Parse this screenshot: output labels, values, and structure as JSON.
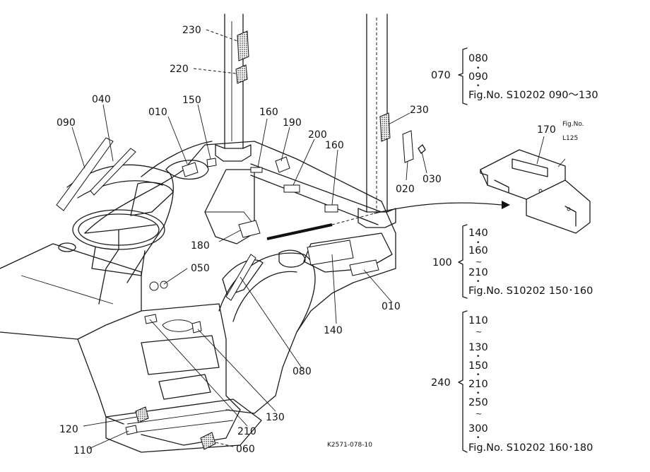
{
  "callouts": {
    "c230a": "230",
    "c220": "220",
    "c040": "040",
    "c090": "090",
    "c010a": "010",
    "c150": "150",
    "c160a": "160",
    "c190": "190",
    "c200": "200",
    "c160b": "160",
    "c230b": "230",
    "c030": "030",
    "c020": "020",
    "c170": "170",
    "c180": "180",
    "c050": "050",
    "c140": "140",
    "c010b": "010",
    "c080": "080",
    "c130": "130",
    "c210": "210",
    "c120": "120",
    "c110": "110",
    "c060": "060"
  },
  "figref": {
    "line1": "Fig.No.",
    "line2": "L125"
  },
  "groups": {
    "g070": {
      "key": "070",
      "items": [
        "080",
        "090",
        "Fig.No.  S10202  090～130"
      ],
      "separators": [
        "•",
        "•"
      ]
    },
    "g100": {
      "key": "100",
      "items": [
        "140",
        "160",
        "210",
        "Fig.No.  S10202  150･160"
      ],
      "separators": [
        "•",
        "~",
        "•"
      ]
    },
    "g240": {
      "key": "240",
      "items": [
        "110",
        "130",
        "150",
        "210",
        "250",
        "300",
        "Fig.No.  S10202  160･180"
      ],
      "separators": [
        "~",
        "•",
        "•",
        "•",
        "~",
        "•"
      ]
    }
  },
  "drawing_code": "K2571-078-10"
}
